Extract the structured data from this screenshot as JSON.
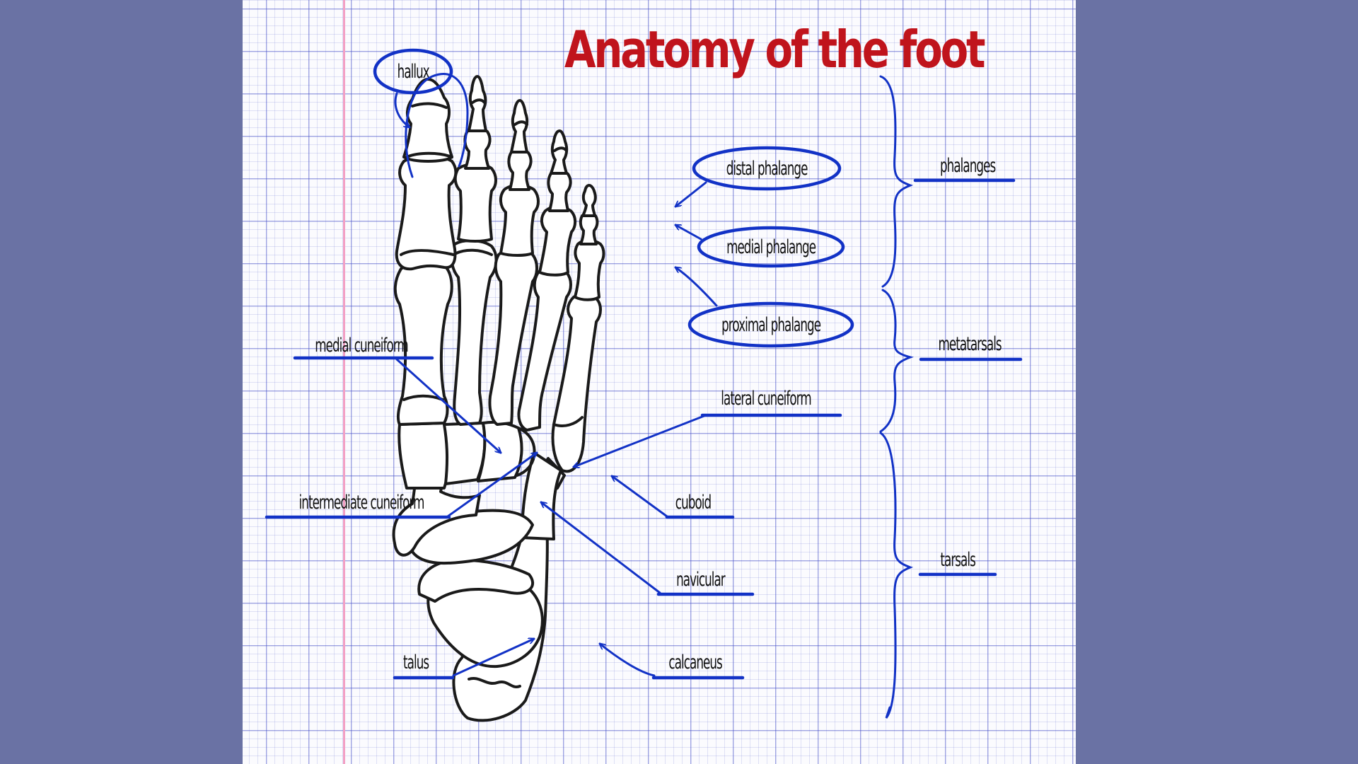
{
  "title": "Anatomy of the foot",
  "colors": {
    "background": "#6a72a4",
    "paper": "#fbfbfe",
    "grid": "#4650c8",
    "margin_line": "#f3a0c4",
    "title": "#c0141c",
    "annotation": "#1232c6",
    "bone_outline": "#1a1a1a"
  },
  "labels": {
    "hallux": "hallux",
    "distal_phalange": "distal phalange",
    "medial_phalange": "medial phalange",
    "proximal_phalange": "proximal phalange",
    "medial_cuneiform": "medial cuneiform",
    "lateral_cuneiform": "lateral cuneiform",
    "intermediate_cuneiform": "intermediate cuneiform",
    "cuboid": "cuboid",
    "navicular": "navicular",
    "talus": "talus",
    "calcaneus": "calcaneus"
  },
  "groups": {
    "phalanges": "phalanges",
    "metatarsals": "metatarsals",
    "tarsals": "tarsals"
  }
}
